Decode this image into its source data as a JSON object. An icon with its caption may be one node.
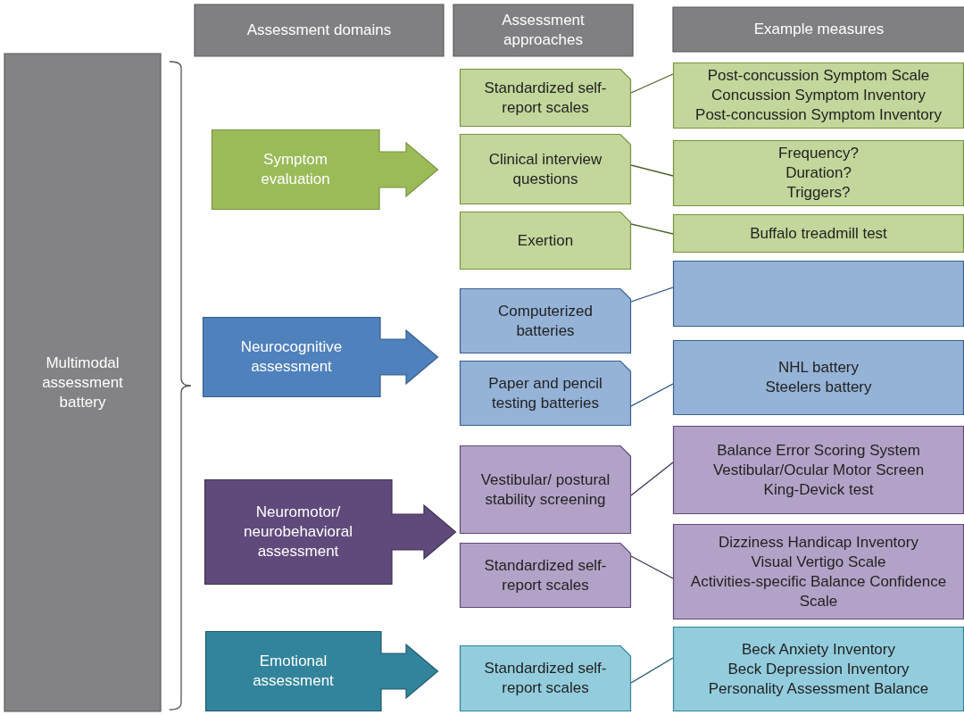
{
  "diagram": {
    "nodes": [
      {
        "text": [
          "Assessment domains"
        ]
      },
      {
        "text": [
          "Assessment approaches"
        ]
      },
      {
        "text": [
          "Example measures"
        ]
      },
      {
        "text": [
          "Multimodal assessment battery"
        ]
      },
      {
        "text": [
          "Symptom evaluation"
        ]
      },
      {
        "text": [
          "Neurocognitive assessment"
        ]
      },
      {
        "text": [
          "Neuromotor/ neurobehavioral assessment"
        ]
      },
      {
        "text": [
          "Emotional assessment"
        ]
      },
      {
        "text": [
          "Standardized self-report scales"
        ]
      },
      {
        "text": [
          "Clinical interview questions"
        ]
      },
      {
        "text": [
          "Exertion"
        ]
      },
      {
        "text": [
          "Computerized batteries"
        ]
      },
      {
        "text": [
          "Paper and pencil testing batteries"
        ]
      },
      {
        "text": [
          "Vestibular/ postural stability screening"
        ]
      },
      {
        "text": [
          "Standardized self-report scales"
        ]
      },
      {
        "text": [
          "Standardized self-report scales"
        ]
      },
      {
        "text": [
          "Post-concussion Symptom Scale",
          "Concussion Symptom Inventory",
          "Post-concussion Symptom Inventory"
        ]
      },
      {
        "text": [
          "Frequency?",
          "Duration?",
          "Triggers?"
        ]
      },
      {
        "text": [
          "Buffalo treadmill test"
        ]
      },
      {
        "text": [],
        "shape": "box"
      },
      {
        "text": [
          "NHL battery",
          "Steelers battery"
        ]
      },
      {
        "text": [
          "Balance Error Scoring System",
          "Vestibular/Ocular Motor Screen",
          "King-Devick test"
        ]
      },
      {
        "text": [
          "Dizziness Handicap Inventory",
          "Visual Vertigo Scale",
          "Activities-specific Balance Confidence Scale"
        ]
      },
      {
        "text": [
          "Beck Anxiety Inventory",
          "Beck Depression Inventory",
          "Personality Assessment Balance"
        ]
      }
    ],
    "edges": [
      {
        "from": 8,
        "to": 16,
        "arrow": "none",
        "color": "#4f6228"
      },
      {
        "from": 9,
        "to": 17,
        "arrow": "none",
        "color": "#4f6228"
      },
      {
        "from": 10,
        "to": 18,
        "arrow": "none",
        "color": "#4f6228"
      },
      {
        "from": 11,
        "to": 19,
        "arrow": "none",
        "color": "#1f497d"
      },
      {
        "from": 12,
        "to": 20,
        "arrow": "none",
        "color": "#1f497d"
      },
      {
        "from": 13,
        "to": 21,
        "arrow": "none",
        "color": "#3f3151"
      },
      {
        "from": 14,
        "to": 22,
        "arrow": "none",
        "color": "#3f3151"
      },
      {
        "from": 15,
        "to": 23,
        "arrow": "none",
        "color": "#215968"
      }
    ]
  }
}
